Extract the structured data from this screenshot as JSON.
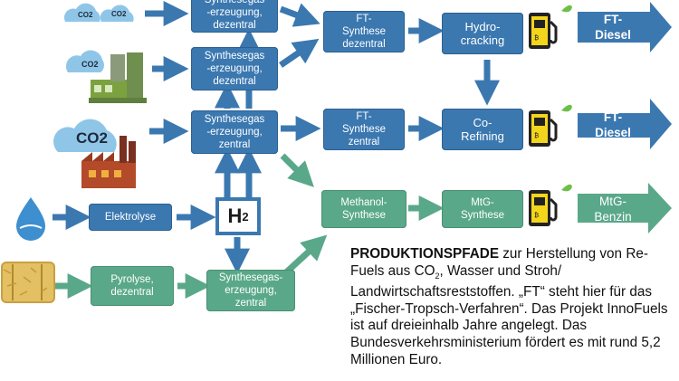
{
  "boxes": {
    "synth_top": "Synthesegas\n-erzeugung,\ndezentral",
    "synth_mid": "Synthesegas\n-erzeugung,\ndezentral",
    "synth_zentral": "Synthesegas\n-erzeugung,\nzentral",
    "ft_dezentral": "FT-\nSynthese\ndezentral",
    "ft_zentral": "FT-\nSynthese\nzentral",
    "hydrocracking": "Hydro-\ncracking",
    "corefining": "Co-\nRefining",
    "methanol": "Methanol-\nSynthese",
    "mtg": "MtG-\nSynthese",
    "elektrolyse": "Elektrolyse",
    "pyrolyse": "Pyrolyse,\ndezentral",
    "synth_bottom": "Synthesegas-\nerzeugung,\nzentral"
  },
  "outputs": {
    "ft_diesel_1": "FT-\nDiesel",
    "ft_diesel_2": "FT-\nDiesel",
    "mtg_benzin": "MtG-\nBenzin"
  },
  "h2": {
    "main": "H",
    "sub": "2"
  },
  "co2_labels": {
    "small_1": "CO2",
    "small_2": "CO2",
    "factory_small": "CO2",
    "cloud_big": "CO2"
  },
  "caption": {
    "bold": "PRODUKTIONSPFADE",
    "text_1": " zur Herstellung von Re-Fuels aus CO",
    "sub": "2",
    "text_2": ", Wasser und Stroh/ Landwirtschaftsreststoffen. „FT“ steht hier für das „Fischer-Tropsch-Verfahren“. Das Projekt InnoFuels ist auf dreieinhalb Jahre angelegt. Das Bundesverkehrsministerium fördert es mit rund 5,2 Millionen Euro."
  },
  "colors": {
    "blue": "#3b78b0",
    "green": "#5aa88a",
    "pump_yellow": "#f3d51b",
    "pump_dark": "#222222",
    "leaf_green": "#6cc04a"
  },
  "icons": [
    "cloud-icon",
    "factory-icon",
    "water-drop-icon",
    "straw-bale-icon",
    "fuel-pump-icon",
    "leaf-icon"
  ]
}
